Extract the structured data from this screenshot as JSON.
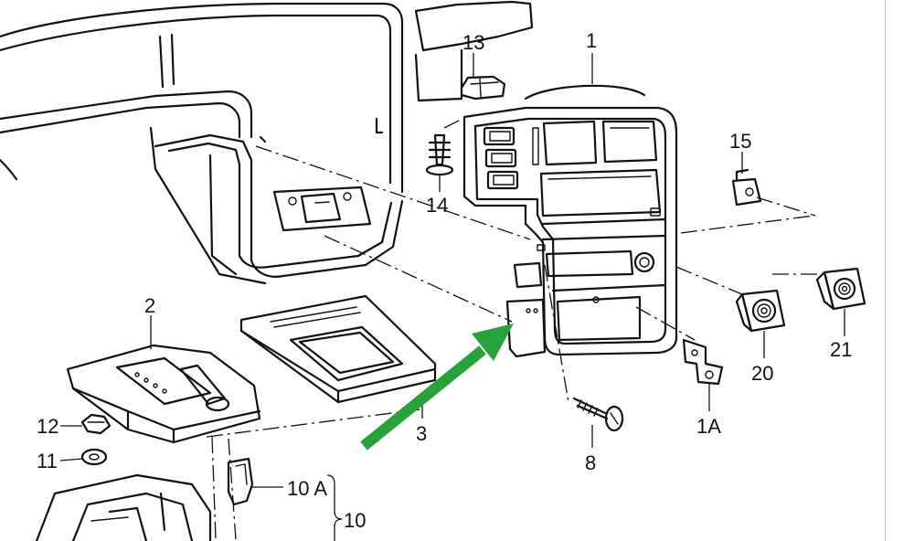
{
  "diagram": {
    "callouts": [
      {
        "id": "part-1",
        "label": "1"
      },
      {
        "id": "part-1a",
        "label": "1A"
      },
      {
        "id": "part-2",
        "label": "2"
      },
      {
        "id": "part-3",
        "label": "3"
      },
      {
        "id": "part-8",
        "label": "8"
      },
      {
        "id": "part-10",
        "label": "10"
      },
      {
        "id": "part-10a",
        "label": "10 A"
      },
      {
        "id": "part-11",
        "label": "11"
      },
      {
        "id": "part-12",
        "label": "12"
      },
      {
        "id": "part-13",
        "label": "13"
      },
      {
        "id": "part-14",
        "label": "14"
      },
      {
        "id": "part-15",
        "label": "15"
      },
      {
        "id": "part-20",
        "label": "20"
      },
      {
        "id": "part-21",
        "label": "21"
      }
    ],
    "highlight_arrow": {
      "color": "#27a23a",
      "points_to": "part-1"
    },
    "line_color": "#111111"
  }
}
